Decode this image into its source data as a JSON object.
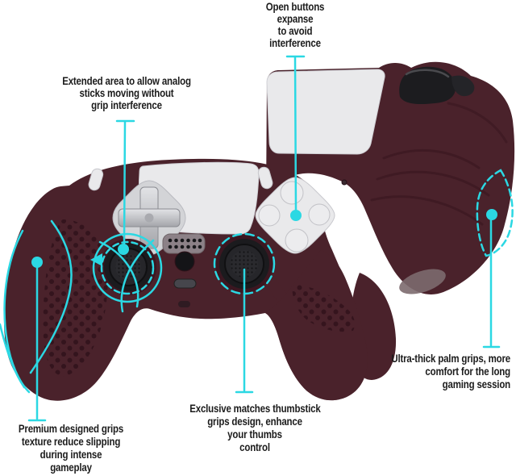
{
  "annotations": {
    "open_buttons": {
      "lines": [
        "Open buttons",
        "expanse",
        "to avoid",
        "interference"
      ]
    },
    "extended_area": {
      "lines": [
        "Extended area to allow analog",
        "sticks moving without",
        "grip interference"
      ]
    },
    "palm_grips": {
      "lines": [
        "Ultra-thick palm grips, more",
        "comfort for the long",
        "gaming session"
      ]
    },
    "grip_texture": {
      "lines": [
        "Premium designed grips",
        "texture reduce slipping",
        "during intense",
        "gameplay"
      ]
    },
    "thumbstick_grips": {
      "lines": [
        "Exclusive matches thumbstick",
        "grips design, enhance",
        "your thumbs",
        "control"
      ]
    }
  },
  "colors": {
    "background": "#ffffff",
    "annotation-ink": "#1b1b1b",
    "cyan": "#2bd8e3",
    "wine": "#4a222b",
    "wine-dark": "#36141d",
    "wine-light": "#5d2e38",
    "panel-white": "#e9e9eb",
    "hardware-black": "#1c1c1f",
    "chrome": "#c6c7cb",
    "plate-gray": "#d3d4d7",
    "speaker-gray": "#8c8187"
  }
}
